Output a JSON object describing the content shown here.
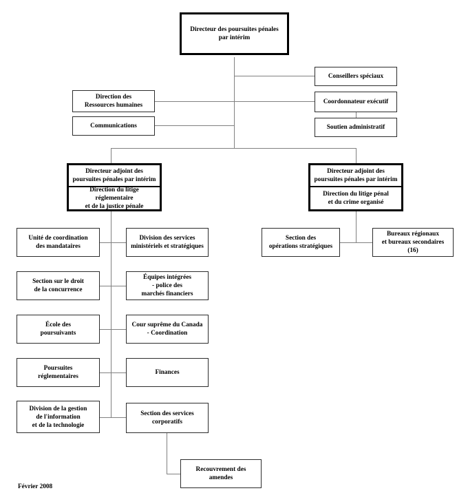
{
  "document": {
    "title": "Organigramme - Directeur des poursuites penales",
    "footer_date": "Février 2008",
    "background_color": "#ffffff",
    "box_border_color": "#2b2b2b",
    "emphasis_border_color": "#000000",
    "connector_color": "#808080",
    "text_color": "#000000"
  },
  "nodes": {
    "director": {
      "label": "Directeur des poursuites pénales\npar intérim"
    },
    "special_advisors": {
      "label": "Conseillers spéciaux"
    },
    "executive_coordinator": {
      "label": "Coordonnateur exécutif"
    },
    "administrative_support": {
      "label": "Soutien administratif"
    },
    "human_resources": {
      "label": "Direction des\nRessources humaines"
    },
    "communications": {
      "label": "Communications"
    },
    "deputy_left": {
      "title": "Directeur adjoint des\npoursuites pénales par intérim",
      "subtitle": "Direction du litige réglementaire\net de la justice pénale"
    },
    "deputy_right": {
      "title": "Directeur adjoint des\npoursuites pénales par intérim",
      "subtitle": "Direction du litige pénal\net du crime organisé"
    },
    "left_column": [
      {
        "label": "Unité de coordination\ndes mandataires"
      },
      {
        "label": "Section sur le droit\nde la concurrence"
      },
      {
        "label": "École des\npoursuivants"
      },
      {
        "label": "Poursuites\nréglementaires"
      },
      {
        "label": "Division de la gestion\nde l'information\net de la technologie"
      }
    ],
    "middle_column": [
      {
        "label": "Division des services\nministériels et stratégiques"
      },
      {
        "label": "Équipes intégrées\n- police des\nmarchés financiers"
      },
      {
        "label": "Cour suprême du Canada\n- Coordination"
      },
      {
        "label": "Finances"
      },
      {
        "label": "Section des services\ncorporatifs"
      }
    ],
    "fines_recovery": {
      "label": "Recouvrement des amendes"
    },
    "right_branch": [
      {
        "label": "Section des\nopérations stratégiques"
      },
      {
        "label": "Bureaux régionaux\net bureaux secondaires (16)"
      }
    ]
  }
}
